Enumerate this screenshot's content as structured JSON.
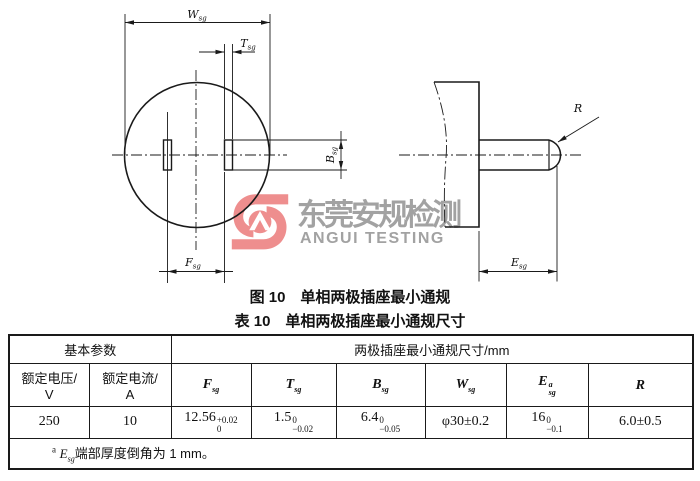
{
  "watermark": {
    "cn": "东莞安规检测",
    "en": "ANGUI TESTING",
    "icon_color": "#ee8e8e",
    "text_color": "#a2a2a2"
  },
  "drawing": {
    "subscript": "sg",
    "labels": {
      "width": "W",
      "slot_width": "T",
      "slot_height": "B",
      "spacing": "F",
      "pin_length": "E",
      "radius": "R"
    }
  },
  "captions": {
    "figure": "图 10　单相两极插座最小通规",
    "table": "表 10　单相两极插座最小通规尺寸"
  },
  "table": {
    "group_headers": {
      "basic": "基本参数",
      "dims": "两极插座最小通规尺寸/mm"
    },
    "param_headers": [
      {
        "line1": "额定电压/",
        "line2": "V"
      },
      {
        "line1": "额定电流/",
        "line2": "A"
      }
    ],
    "symbol_headers": [
      {
        "base": "F",
        "sup": "",
        "sub": "sg"
      },
      {
        "base": "T",
        "sup": "",
        "sub": "sg"
      },
      {
        "base": "B",
        "sup": "",
        "sub": "sg"
      },
      {
        "base": "W",
        "sup": "",
        "sub": "sg"
      },
      {
        "base": "E",
        "sup": "a",
        "sub": "sg"
      },
      {
        "base": "R",
        "sup": "",
        "sub": ""
      }
    ],
    "row": [
      {
        "text": "250"
      },
      {
        "text": "10"
      },
      {
        "base": "12.56",
        "sup": "+0.02",
        "sub": "0"
      },
      {
        "base": "1.5",
        "sup": "0",
        "sub": "−0.02"
      },
      {
        "base": "6.4",
        "sup": "0",
        "sub": "−0.05"
      },
      {
        "text": "φ30±0.2"
      },
      {
        "base": "16",
        "sup": "0",
        "sub": "−0.1"
      },
      {
        "text": "6.0±0.5"
      }
    ],
    "footnote": {
      "marker": "a",
      "symbol": "E",
      "symbol_sub": "sg",
      "text": "端部厚度倒角为 1 mm。"
    }
  }
}
